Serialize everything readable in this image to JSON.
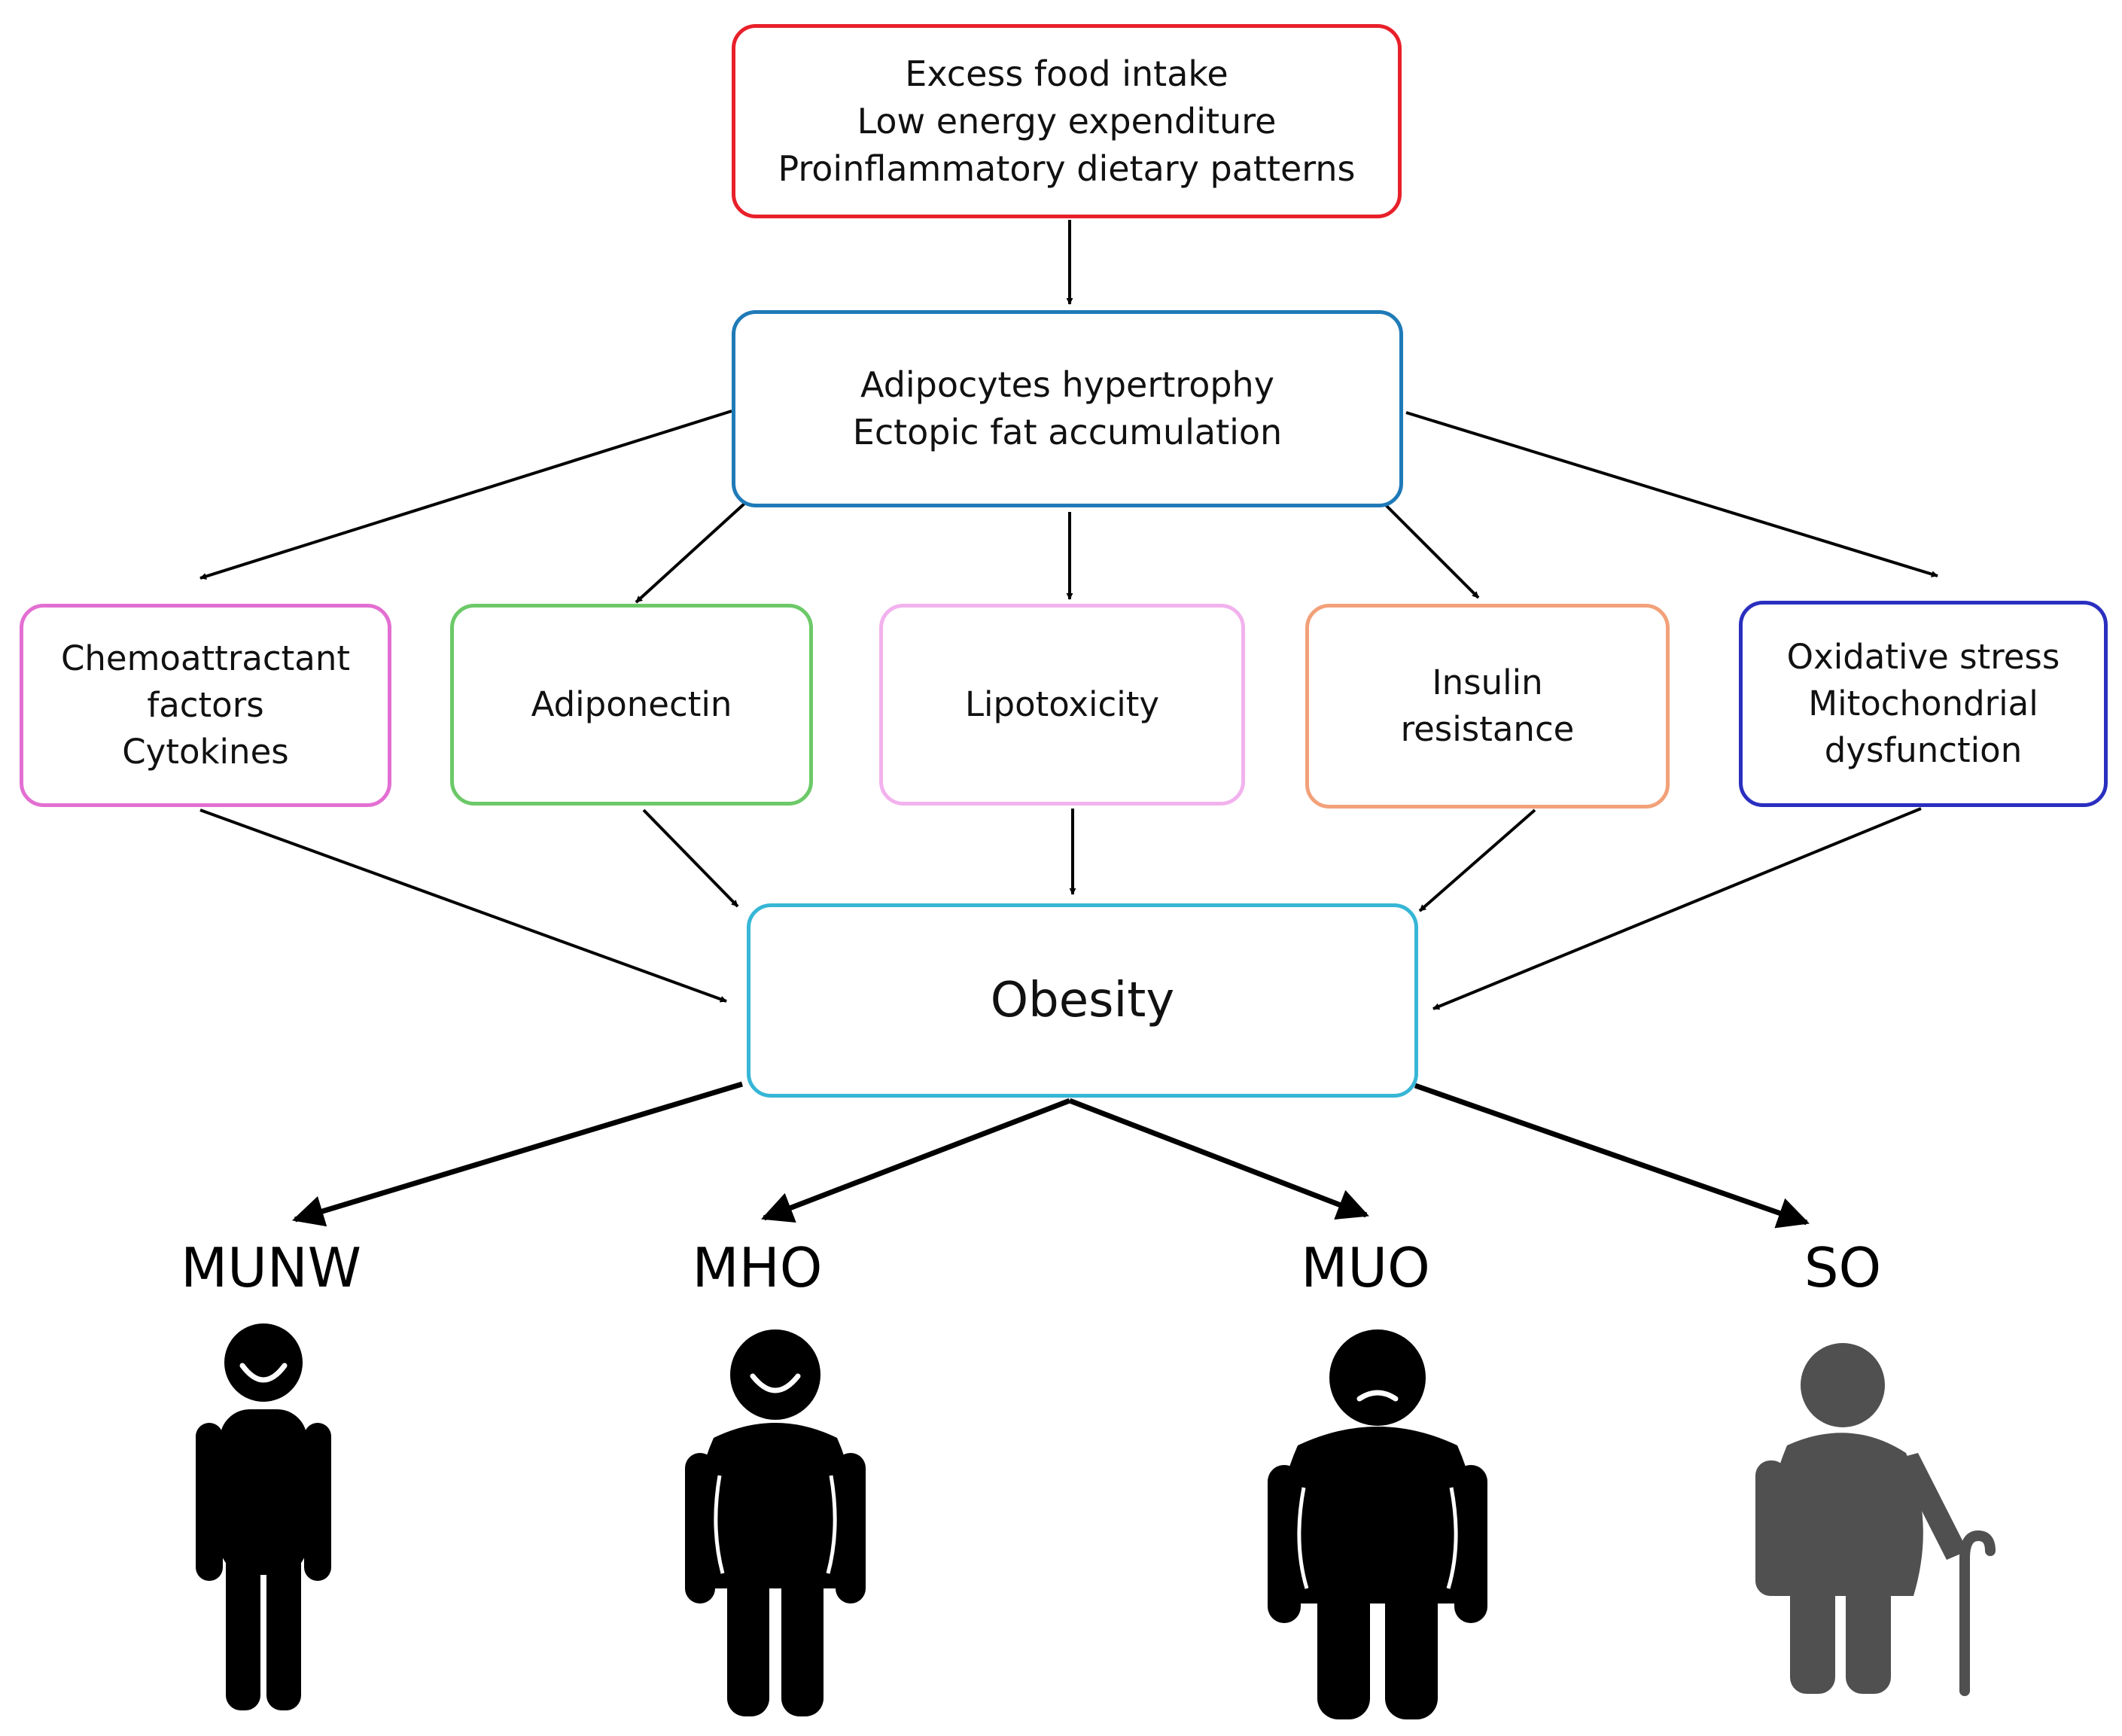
{
  "causes_box": {
    "lines": [
      "Excess food intake",
      "Low energy expenditure",
      "Proinflammatory dietary patterns"
    ],
    "border_color": "#e8202a"
  },
  "adipose_box": {
    "lines": [
      "Adipocytes hypertrophy",
      "Ectopic fat accumulation"
    ],
    "border_color": "#1f7ab8"
  },
  "mechanisms": [
    {
      "lines": [
        "Chemoattractant",
        "factors",
        "Cytokines"
      ],
      "border_color": "#e36fd2"
    },
    {
      "lines": [
        "Adiponectin"
      ],
      "border_color": "#6cc968"
    },
    {
      "lines": [
        "Lipotoxicity"
      ],
      "border_color": "#f2b2ee"
    },
    {
      "lines": [
        "Insulin",
        "resistance"
      ],
      "border_color": "#f2a17a"
    },
    {
      "lines": [
        "Oxidative stress",
        "Mitochondrial",
        "dysfunction"
      ],
      "border_color": "#2a2fbf"
    }
  ],
  "obesity_box": {
    "label": "Obesity",
    "border_color": "#37b6d6"
  },
  "phenotypes": [
    {
      "label": "MUNW",
      "icon": "smiling-lean-person-icon",
      "color": "#000000"
    },
    {
      "label": "MHO",
      "icon": "smiling-obese-person-icon",
      "color": "#000000"
    },
    {
      "label": "MUO",
      "icon": "frowning-obese-person-icon",
      "color": "#000000"
    },
    {
      "label": "SO",
      "icon": "elderly-obese-person-with-cane-icon",
      "color": "#505050"
    }
  ]
}
